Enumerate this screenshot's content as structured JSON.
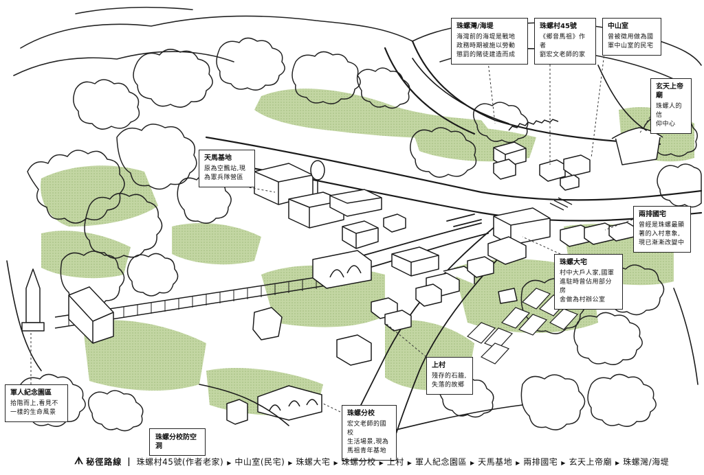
{
  "labels": {
    "zhuluo_bay": {
      "title": "珠螺灣/海堤",
      "body": "海灣前的海堤是戰地\n政務時期被施以勞動\n懲罰的賭徒建造而成"
    },
    "village_45": {
      "title": "珠螺村45號",
      "body": "《鄉音馬祖》作者\n劉宏文老師的家"
    },
    "zhongshan": {
      "title": "中山室",
      "body": "曾被徵用做為國\n軍中山室的民宅"
    },
    "xuantian": {
      "title": "玄天上帝廟",
      "body": "珠螺人的信\n仰中心"
    },
    "tianma": {
      "title": "天馬基地",
      "body": "原為空飄站,現\n為憲兵隊營區"
    },
    "two_rows": {
      "title": "兩排國宅",
      "body": "曾經是珠螺最顯\n著的入村意象,\n現已漸漸改變中"
    },
    "big_house": {
      "title": "珠螺大宅",
      "body": "村中大戶人家,國軍\n進駐時曾佔用部分房\n舍做為村辦公室"
    },
    "upper_village": {
      "title": "上村",
      "body": "殘存的石牆,\n失落的故鄉"
    },
    "memorial": {
      "title": "軍人紀念園區",
      "body": "拾階而上,看見不\n一樣的生命風景"
    },
    "branch_school": {
      "title": "珠螺分校",
      "body": "宏文老師的國校\n生活場景,現為\n馬祖青年基地"
    },
    "air_raid": {
      "title": "珠螺分校防空洞"
    }
  },
  "route": {
    "icon": "ᗑ",
    "title": "秘徑路線",
    "separator": "|",
    "stops": [
      "珠螺村45號(作者老家)",
      "中山室(民宅)",
      "珠螺大宅",
      "珠螺分校",
      "上村",
      "軍人紀念園區",
      "天馬基地",
      "兩排國宅",
      "玄天上帝廟",
      "珠螺灣/海堤"
    ]
  },
  "colors": {
    "vegetation": "#c9d9ad",
    "ink": "#1a1a1a",
    "paper": "#ffffff"
  }
}
